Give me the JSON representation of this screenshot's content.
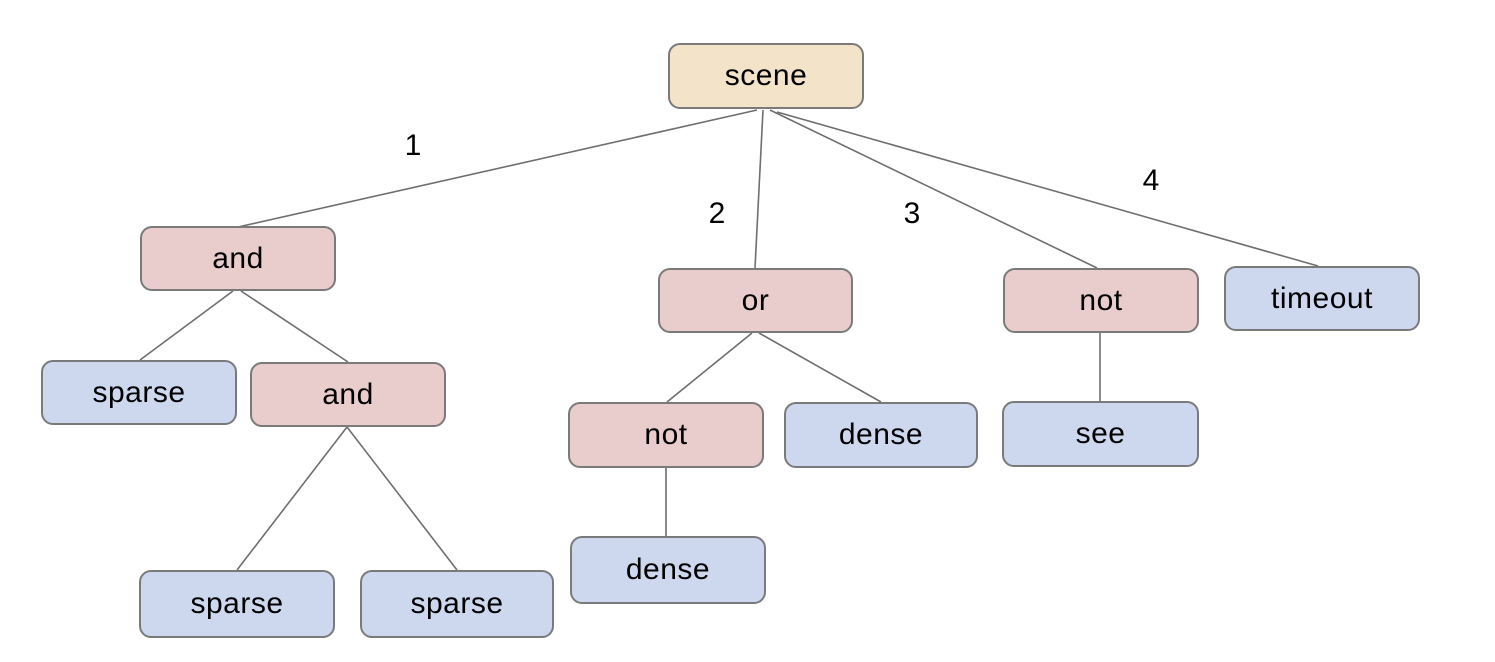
{
  "tree": {
    "nodes": {
      "scene": {
        "label": "scene",
        "kind": "root"
      },
      "and1": {
        "label": "and",
        "kind": "operator"
      },
      "or1": {
        "label": "or",
        "kind": "operator"
      },
      "not1": {
        "label": "not",
        "kind": "operator"
      },
      "timeout": {
        "label": "timeout",
        "kind": "leaf"
      },
      "sparse1": {
        "label": "sparse",
        "kind": "leaf"
      },
      "and2": {
        "label": "and",
        "kind": "operator"
      },
      "sparse2": {
        "label": "sparse",
        "kind": "leaf"
      },
      "sparse3": {
        "label": "sparse",
        "kind": "leaf"
      },
      "not2": {
        "label": "not",
        "kind": "operator"
      },
      "dense1": {
        "label": "dense",
        "kind": "leaf"
      },
      "dense2": {
        "label": "dense",
        "kind": "leaf"
      },
      "see": {
        "label": "see",
        "kind": "leaf"
      }
    },
    "edges": [
      {
        "from": "scene",
        "to": "and1",
        "label": "1"
      },
      {
        "from": "scene",
        "to": "or1",
        "label": "2"
      },
      {
        "from": "scene",
        "to": "not1",
        "label": "3"
      },
      {
        "from": "scene",
        "to": "timeout",
        "label": "4"
      },
      {
        "from": "and1",
        "to": "sparse1",
        "label": ""
      },
      {
        "from": "and1",
        "to": "and2",
        "label": ""
      },
      {
        "from": "and2",
        "to": "sparse2",
        "label": ""
      },
      {
        "from": "and2",
        "to": "sparse3",
        "label": ""
      },
      {
        "from": "or1",
        "to": "not2",
        "label": ""
      },
      {
        "from": "or1",
        "to": "dense1",
        "label": ""
      },
      {
        "from": "not2",
        "to": "dense2",
        "label": ""
      },
      {
        "from": "not1",
        "to": "see",
        "label": ""
      }
    ],
    "colors": {
      "root_fill": "#f3e3c9",
      "operator_fill": "#e8cdcc",
      "leaf_fill": "#cdd8ef",
      "node_border": "#7a7a7a",
      "edge_line": "#6e6e6e",
      "text": "#000000",
      "background": "#ffffff"
    }
  }
}
